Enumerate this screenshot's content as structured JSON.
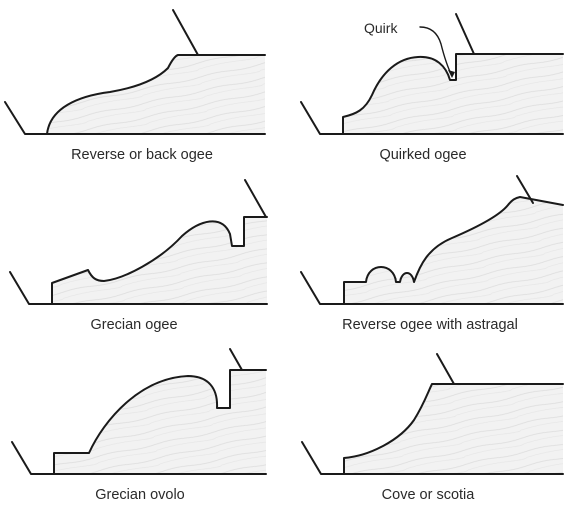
{
  "captions": {
    "reverse_ogee": "Reverse or back ogee",
    "quirked_ogee": "Quirked ogee",
    "grecian_ogee": "Grecian ogee",
    "reverse_ogee_astragal": "Reverse ogee with astragal",
    "grecian_ovolo": "Grecian ovolo",
    "cove_scotia": "Cove or scotia"
  },
  "callouts": {
    "quirk": "Quirk"
  },
  "colors": {
    "line": "#1a1a1a",
    "wood_fill": "#f1f1f1",
    "grain": "#d9d9d9",
    "text": "#2a2a2a"
  }
}
